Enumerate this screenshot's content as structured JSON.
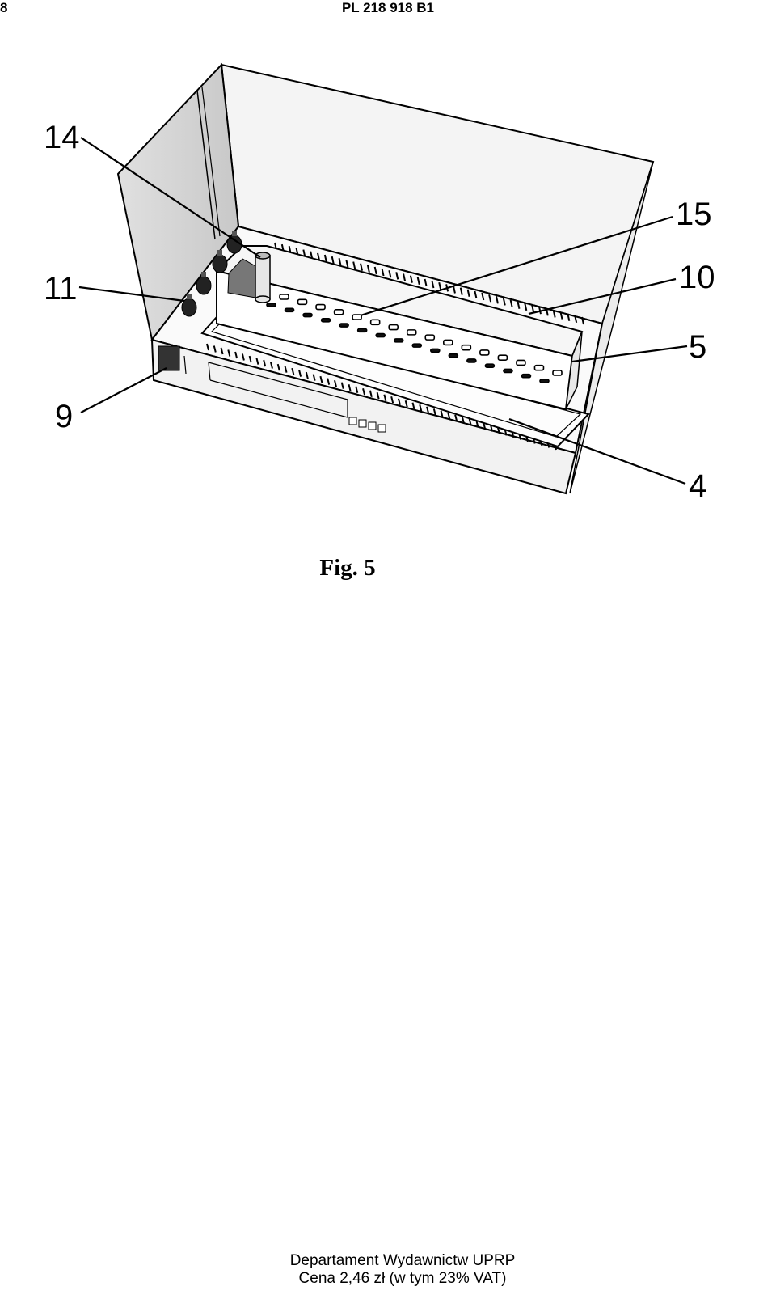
{
  "header": {
    "page_number": "8",
    "document_id": "PL 218 918 B1"
  },
  "figure": {
    "caption": "Fig. 5",
    "callouts": [
      "14",
      "15",
      "11",
      "10",
      "5",
      "9",
      "4"
    ]
  },
  "footer": {
    "publisher": "Departament Wydawnictw UPRP",
    "price": "Cena 2,46 zł (w tym 23% VAT)"
  }
}
